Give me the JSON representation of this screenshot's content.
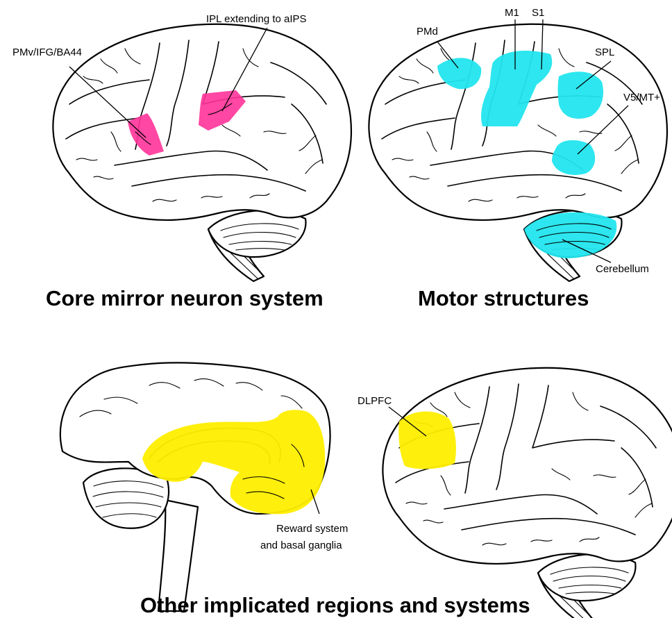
{
  "panels": {
    "core": {
      "title": "Core mirror neuron system",
      "labels": {
        "pmv": "PMv/IFG/BA44",
        "ipl": "IPL extending to aIPS"
      },
      "highlight_color": "#ff3399"
    },
    "motor": {
      "title": "Motor structures",
      "labels": {
        "pmd": "PMd",
        "m1": "M1",
        "s1": "S1",
        "spl": "SPL",
        "v5": "V5/MT+",
        "cerebellum": "Cerebellum"
      },
      "highlight_color": "#22e5ee"
    },
    "other": {
      "title": "Other implicated regions and systems",
      "labels": {
        "reward_line1": "Reward system",
        "reward_line2": "and basal ganglia",
        "dlpfc": "DLPFC"
      },
      "highlight_color": "#ffee00"
    }
  }
}
